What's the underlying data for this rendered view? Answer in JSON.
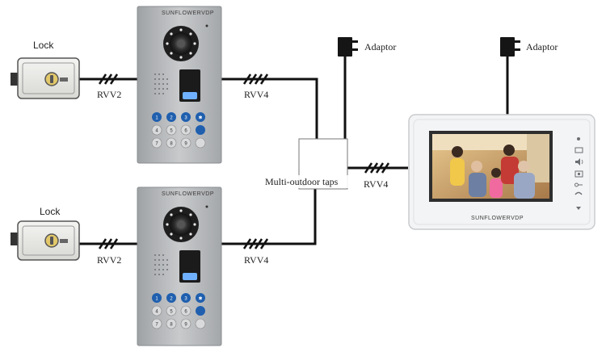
{
  "labels": {
    "lock_top": "Lock",
    "lock_bottom": "Lock",
    "adaptor_left": "Adaptor",
    "adaptor_right": "Adaptor",
    "cable_lock_top": "RVV2",
    "cable_lock_bottom": "RVV2",
    "cable_panel_top": "RVV4",
    "cable_panel_bottom": "RVV4",
    "cable_monitor": "RVV4",
    "taps": "Multi-outdoor taps"
  },
  "brand": {
    "panel_top": "SUNFLOWERVDP",
    "panel_bottom": "SUNFLOWERVDP",
    "monitor": "SUNFLOWERVDP"
  },
  "keypad": {
    "top_row": [
      "1",
      "2",
      "3",
      "✱"
    ],
    "rows": [
      [
        "4",
        "5",
        "6"
      ],
      [
        "7",
        "8",
        "9"
      ]
    ]
  },
  "colors": {
    "wire": "#111111",
    "panel": "#b9bbbd",
    "monitor": "#f3f4f5",
    "keypad_blue": "#1f5fae"
  }
}
